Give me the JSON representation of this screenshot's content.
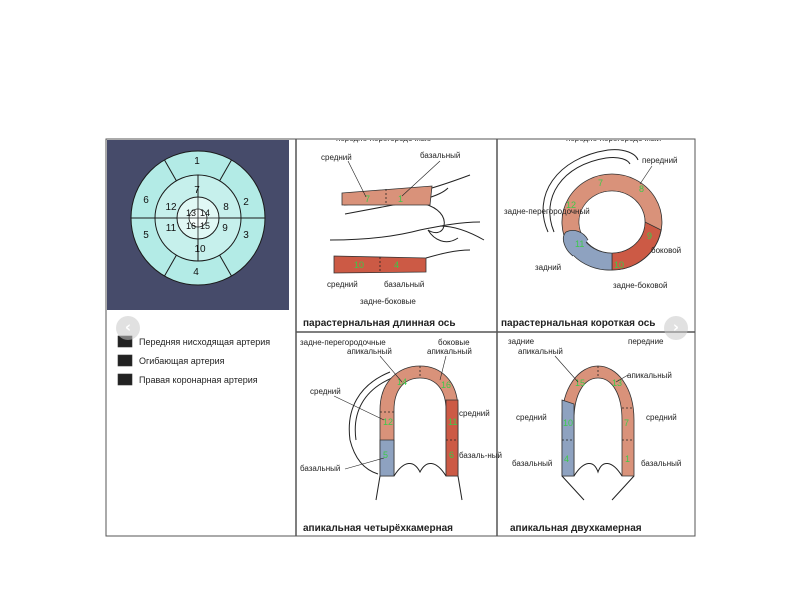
{
  "colors": {
    "lad": "#d9927a",
    "circumflex": "#cc5a45",
    "rca": "#8ea2c0",
    "bullseye_fill": "#b3ebe6",
    "bullseye_center": "#f7fffe",
    "bullseye_bg": "#464b6a"
  },
  "bullseye": {
    "segments": [
      "1",
      "2",
      "3",
      "4",
      "5",
      "6",
      "7",
      "8",
      "9",
      "10",
      "11",
      "12",
      "13",
      "14",
      "15",
      "16"
    ]
  },
  "legend": [
    {
      "label": "Передняя нисходящая артерия",
      "color": "#d9927a"
    },
    {
      "label": "Огибающая артерия",
      "color": "#cc5a45"
    },
    {
      "label": "Правая коронарная артерия",
      "color": "#8ea2c0"
    }
  ],
  "panels": {
    "plax": {
      "title": "парастернальная длинная ось",
      "top_cut": "передне-перегородочные",
      "labels": {
        "mid": "средний",
        "basal": "базальный",
        "mid_inf": "средний",
        "basal_inf": "базальный",
        "bottom": "задне-боковые"
      },
      "segment_numbers": [
        "7",
        "1",
        "10",
        "4"
      ]
    },
    "psax": {
      "title": "парастернальная короткая ось",
      "top_cut": "передне-перегородочный",
      "labels": {
        "anterior": "передний",
        "inferoseptal": "задне-перегородочный",
        "inferior": "задний",
        "lateral": "боковой",
        "inferolateral": "задне-боковой"
      },
      "segment_numbers": [
        "12",
        "7",
        "8",
        "9",
        "10",
        "11"
      ]
    },
    "a4c": {
      "title": "апикальная четырёхкамерная",
      "labels": {
        "left_top": "задне-перегородочные",
        "left_apical": "апикальный",
        "right_top": "боковые",
        "right_apical": "апикальный",
        "mid_l": "средний",
        "mid_r": "средний",
        "basal_l": "базальный",
        "basal_r": "базаль-ный"
      },
      "segment_numbers": [
        "14",
        "16",
        "12",
        "11",
        "5",
        "6"
      ]
    },
    "a2c": {
      "title": "апикальная двухкамерная",
      "labels": {
        "left_top": "задние",
        "left_apical": "апикальный",
        "right_top": "передние",
        "right_apical": "апикальный",
        "mid_l": "средний",
        "mid_r": "средний",
        "basal_l": "базальный",
        "basal_r": "базальный"
      },
      "segment_numbers": [
        "15",
        "13",
        "10",
        "7",
        "4",
        "1"
      ]
    }
  },
  "nav": {
    "prev": "‹",
    "next": "›"
  }
}
